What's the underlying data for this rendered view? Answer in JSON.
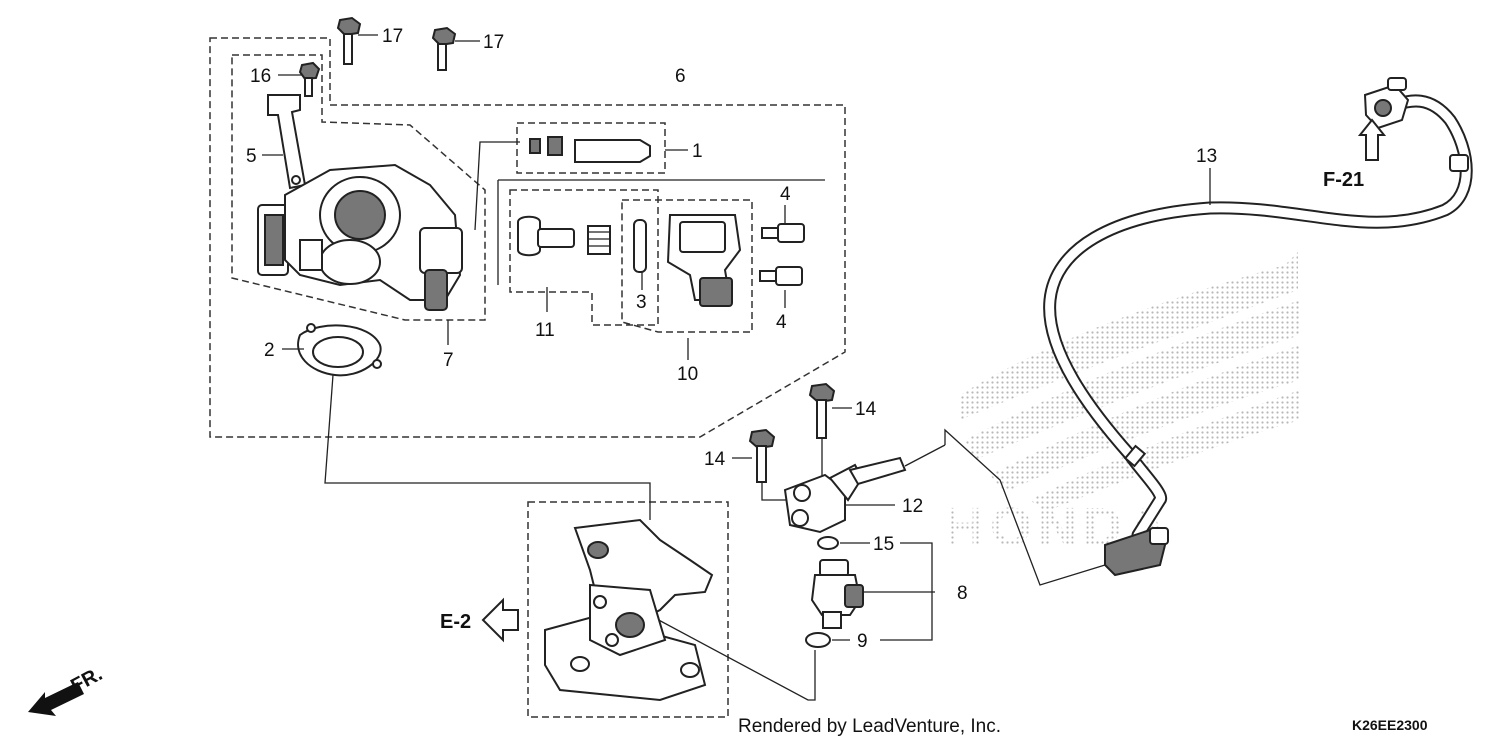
{
  "diagram": {
    "callouts": {
      "p1": "1",
      "p2": "2",
      "p3": "3",
      "p4a": "4",
      "p4b": "4",
      "p5": "5",
      "p6": "6",
      "p7": "7",
      "p8": "8",
      "p9": "9",
      "p10": "10",
      "p11": "11",
      "p12": "12",
      "p13": "13",
      "p14a": "14",
      "p14b": "14",
      "p15": "15",
      "p16": "16",
      "p17a": "17",
      "p17b": "17"
    },
    "refs": {
      "f21": "F-21",
      "e2": "E-2",
      "fr": "FR."
    },
    "watermark": "HONDA",
    "credit": "Rendered by LeadVenture, Inc.",
    "code": "K26EE2300"
  }
}
